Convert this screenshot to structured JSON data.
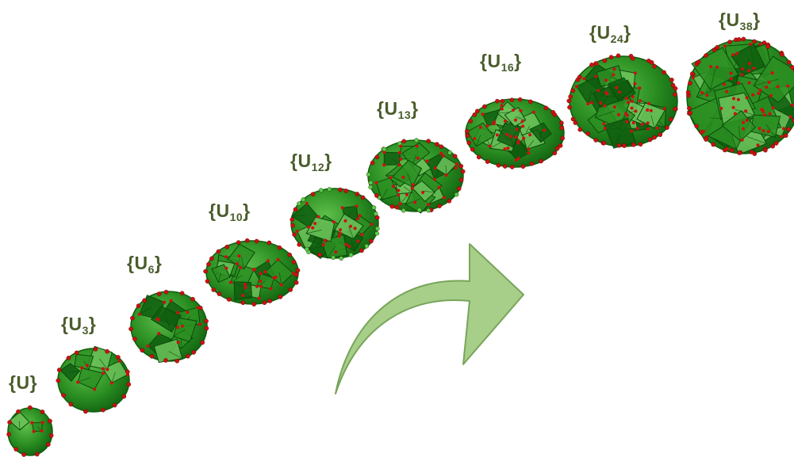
{
  "colors": {
    "label_text": "#4a5d2c",
    "polyhedron_dark": "#0f5e0f",
    "polyhedron_mid": "#2b8f22",
    "polyhedron_light": "#6cc25a",
    "oxygen_atom": "#cc1111",
    "arrow_fill": "#a7cf8a",
    "arrow_stroke": "#78a55a"
  },
  "clusters": [
    {
      "id": "U",
      "brace_open": "{",
      "base": "U",
      "subscript": "",
      "brace_close": "}"
    },
    {
      "id": "U3",
      "brace_open": "{",
      "base": "U",
      "subscript": "3",
      "brace_close": "}"
    },
    {
      "id": "U6",
      "brace_open": "{",
      "base": "U",
      "subscript": "6",
      "brace_close": "}"
    },
    {
      "id": "U10",
      "brace_open": "{",
      "base": "U",
      "subscript": "10",
      "brace_close": "}"
    },
    {
      "id": "U12",
      "brace_open": "{",
      "base": "U",
      "subscript": "12",
      "brace_close": "}"
    },
    {
      "id": "U13",
      "brace_open": "{",
      "base": "U",
      "subscript": "13",
      "brace_close": "}"
    },
    {
      "id": "U16",
      "brace_open": "{",
      "base": "U",
      "subscript": "16",
      "brace_close": "}"
    },
    {
      "id": "U24",
      "brace_open": "{",
      "base": "U",
      "subscript": "24",
      "brace_close": "}"
    },
    {
      "id": "U38",
      "brace_open": "{",
      "base": "U",
      "subscript": "38",
      "brace_close": "}"
    }
  ],
  "arrow": {
    "icon": "curved-arrow-icon"
  }
}
